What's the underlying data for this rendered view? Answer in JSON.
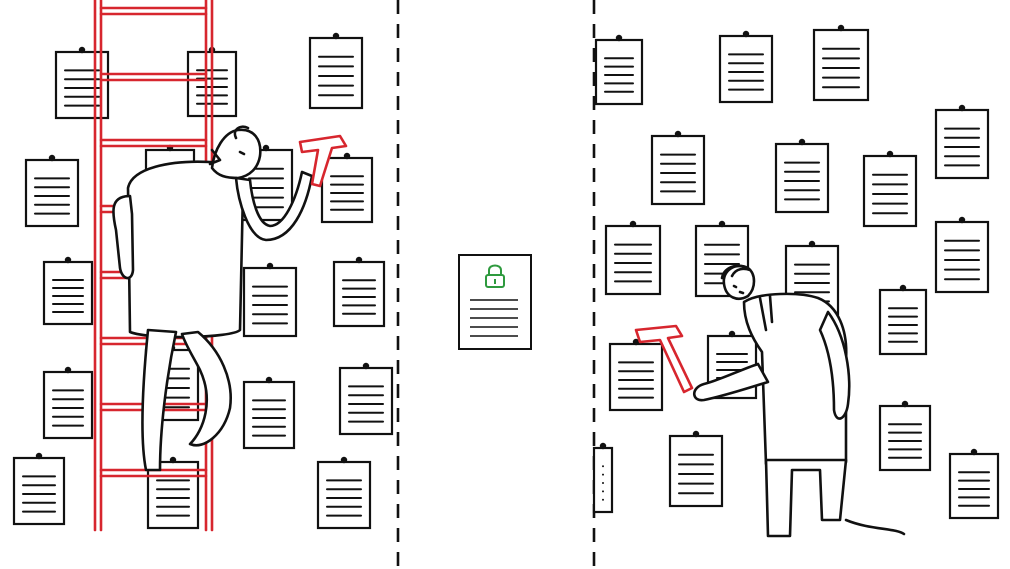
{
  "illustration": {
    "left_panel": {
      "figure": "tall-figure-on-ladder",
      "tool": "hammer-icon",
      "ladder_color": "#d7262e"
    },
    "center_panel": {
      "document": "locked-document",
      "icon": "padlock-icon",
      "lock_color": "#2e9a3e"
    },
    "right_panel": {
      "figure": "short-figure-kneeling",
      "tool": "hammer-icon"
    }
  },
  "colors": {
    "ink": "#111111",
    "accent_red": "#d7262e",
    "lock_green": "#2e9a3e",
    "background": "#ffffff"
  }
}
